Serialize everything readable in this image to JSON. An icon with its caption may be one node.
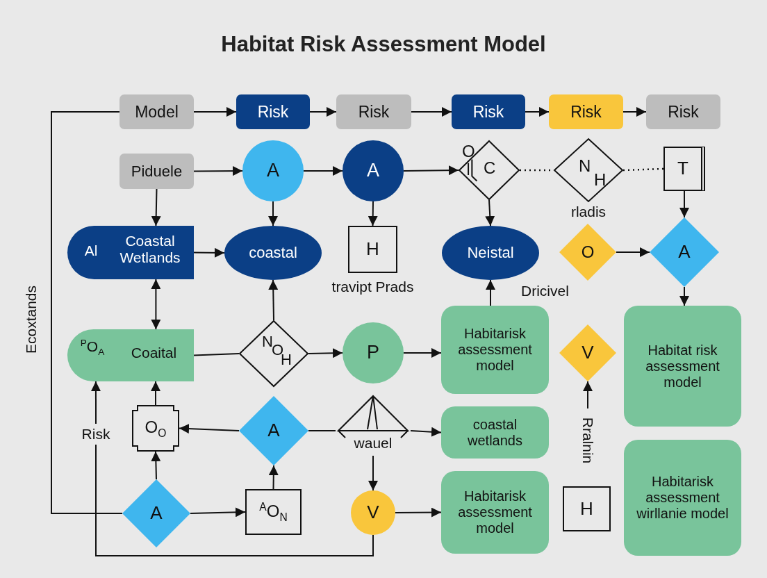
{
  "diagram": {
    "title": "Habitat Risk Assessment Model",
    "nodes": [
      {
        "text": [
          "Model"
        ]
      },
      {
        "text": [
          "Risk"
        ]
      },
      {
        "text": [
          "Risk"
        ]
      },
      {
        "text": [
          "Risk"
        ]
      },
      {
        "text": [
          "Risk"
        ]
      },
      {
        "text": [
          "Risk"
        ]
      },
      {
        "text": [
          "Piduele"
        ]
      },
      {
        "text": [
          "A"
        ]
      },
      {
        "text": [
          "A"
        ]
      },
      {
        "text": [
          "O",
          "C"
        ]
      },
      {
        "text": [
          "N",
          "H"
        ],
        "beside": [
          "rladis"
        ]
      },
      {
        "text": [
          "T"
        ]
      },
      {
        "text": [
          "Al",
          "Coastal Wetlands"
        ]
      },
      {
        "text": [
          "coastal"
        ]
      },
      {
        "text": [
          "H"
        ],
        "beside": [
          "travipt Prads"
        ]
      },
      {
        "text": [
          "Neistal"
        ]
      },
      {
        "text": [
          "O"
        ]
      },
      {
        "text": [
          "A"
        ]
      },
      {
        "text": [
          "$^{P}$O$_{A}$",
          "Coaital"
        ]
      },
      {
        "text": [
          "N",
          "O",
          "H"
        ]
      },
      {
        "text": [
          "P"
        ]
      },
      {
        "text": [
          "Habitarisk assessment model"
        ]
      },
      {
        "text": [
          "V"
        ]
      },
      {
        "text": [
          "Habitat risk assessment model"
        ]
      },
      {
        "text": [
          "O$_{O}$"
        ]
      },
      {
        "text": [
          "A"
        ]
      },
      {
        "text": [
          "wauel"
        ]
      },
      {
        "text": [
          "coastal wetlands"
        ]
      },
      {
        "text": [
          "A"
        ]
      },
      {
        "text": [
          "$^{A}$O$_{N}$"
        ]
      },
      {
        "text": [
          "V"
        ]
      },
      {
        "text": [
          "Habitarisk assessment model"
        ]
      },
      {
        "text": [
          "H"
        ]
      },
      {
        "text": [
          "Habitarisk assessment wirllanie model"
        ]
      },
      {
        "text": [
          "Risk"
        ]
      }
    ],
    "edges": [
      {
        "from": 0,
        "to": 1,
        "arrow": "to"
      },
      {
        "from": 1,
        "to": 2,
        "arrow": "to"
      },
      {
        "from": 2,
        "to": 3,
        "arrow": "to"
      },
      {
        "from": 3,
        "to": 4,
        "arrow": "to"
      },
      {
        "from": 4,
        "to": 5,
        "arrow": "to"
      },
      {
        "from": 0,
        "to": 28,
        "arrow": "none"
      },
      {
        "from": 6,
        "to": 7,
        "arrow": "to"
      },
      {
        "from": 7,
        "to": 8,
        "arrow": "to"
      },
      {
        "from": 8,
        "to": 9,
        "arrow": "to"
      },
      {
        "from": 9,
        "to": 10,
        "arrow": "none",
        "style": "dashed"
      },
      {
        "from": 10,
        "to": 11,
        "arrow": "none",
        "style": "dashed"
      },
      {
        "from": 6,
        "to": 12,
        "arrow": "to"
      },
      {
        "from": 7,
        "to": 13,
        "arrow": "to"
      },
      {
        "from": 8,
        "to": 14,
        "arrow": "to"
      },
      {
        "from": 9,
        "to": 15,
        "arrow": "to"
      },
      {
        "from": 11,
        "to": 17,
        "arrow": "to"
      },
      {
        "from": 12,
        "to": 13,
        "arrow": "to"
      },
      {
        "from": 12,
        "to": 18,
        "arrow": "both"
      },
      {
        "from": 19,
        "to": 13,
        "arrow": "to"
      },
      {
        "from": 18,
        "to": 19,
        "arrow": "none"
      },
      {
        "from": 19,
        "to": 20,
        "arrow": "to"
      },
      {
        "from": 20,
        "to": 21,
        "arrow": "to"
      },
      {
        "from": 21,
        "to": 15,
        "arrow": "to",
        "label": "Dricivel"
      },
      {
        "from": 16,
        "to": 17,
        "arrow": "to"
      },
      {
        "from": 17,
        "to": 23,
        "arrow": "to"
      },
      {
        "from": null,
        "to": 22,
        "arrow": "to",
        "label": "Rralnin"
      },
      {
        "from": 24,
        "to": 18,
        "arrow": "to"
      },
      {
        "from": 34,
        "to": 18,
        "arrow": "to"
      },
      {
        "from": 25,
        "to": 24,
        "arrow": "to"
      },
      {
        "from": 25,
        "to": 26,
        "arrow": "none"
      },
      {
        "from": 26,
        "to": 27,
        "arrow": "to"
      },
      {
        "from": 26,
        "to": 30,
        "arrow": "to"
      },
      {
        "from": 28,
        "to": 24,
        "arrow": "to"
      },
      {
        "from": 28,
        "to": 29,
        "arrow": "to"
      },
      {
        "from": 29,
        "to": 25,
        "arrow": "to"
      },
      {
        "from": 30,
        "to": 34,
        "arrow": "none"
      },
      {
        "from": 30,
        "to": 31,
        "arrow": "to"
      }
    ],
    "labels": [
      "Ecoxtands"
    ]
  }
}
